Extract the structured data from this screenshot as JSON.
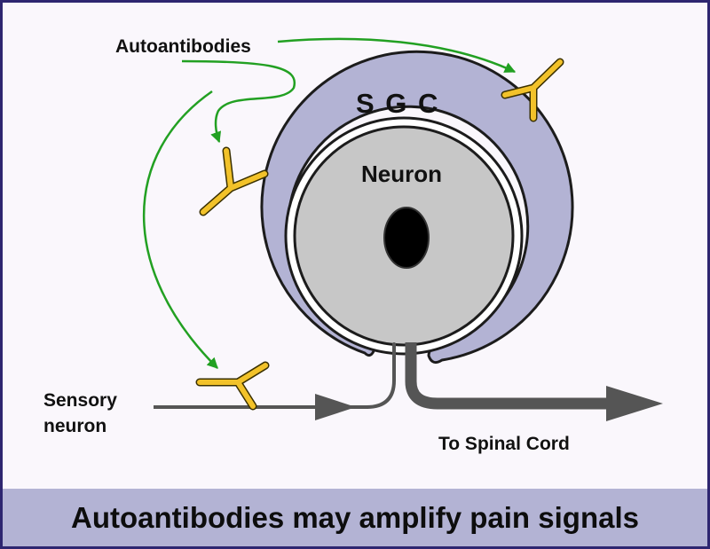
{
  "labels": {
    "autoantibodies": "Autoantibodies",
    "sgc": "S G C",
    "neuron": "Neuron",
    "sensory_neuron_line1": "Sensory",
    "sensory_neuron_line2": "neuron",
    "to_spinal_cord": "To Spinal Cord"
  },
  "caption": "Autoantibodies may amplify pain signals",
  "colors": {
    "border": "#2e2670",
    "background": "#faf7fc",
    "sgc_fill": "#b3b3d4",
    "neuron_fill": "#c7c7c7",
    "nucleus": "#000000",
    "antibody": "#f2c22a",
    "arrow_green": "#22a022",
    "axon": "#555555",
    "caption_bar": "#b3b3d4"
  },
  "icons": [
    "y-shaped-antibody-icon",
    "curved-arrow-icon",
    "straight-arrow-icon"
  ]
}
